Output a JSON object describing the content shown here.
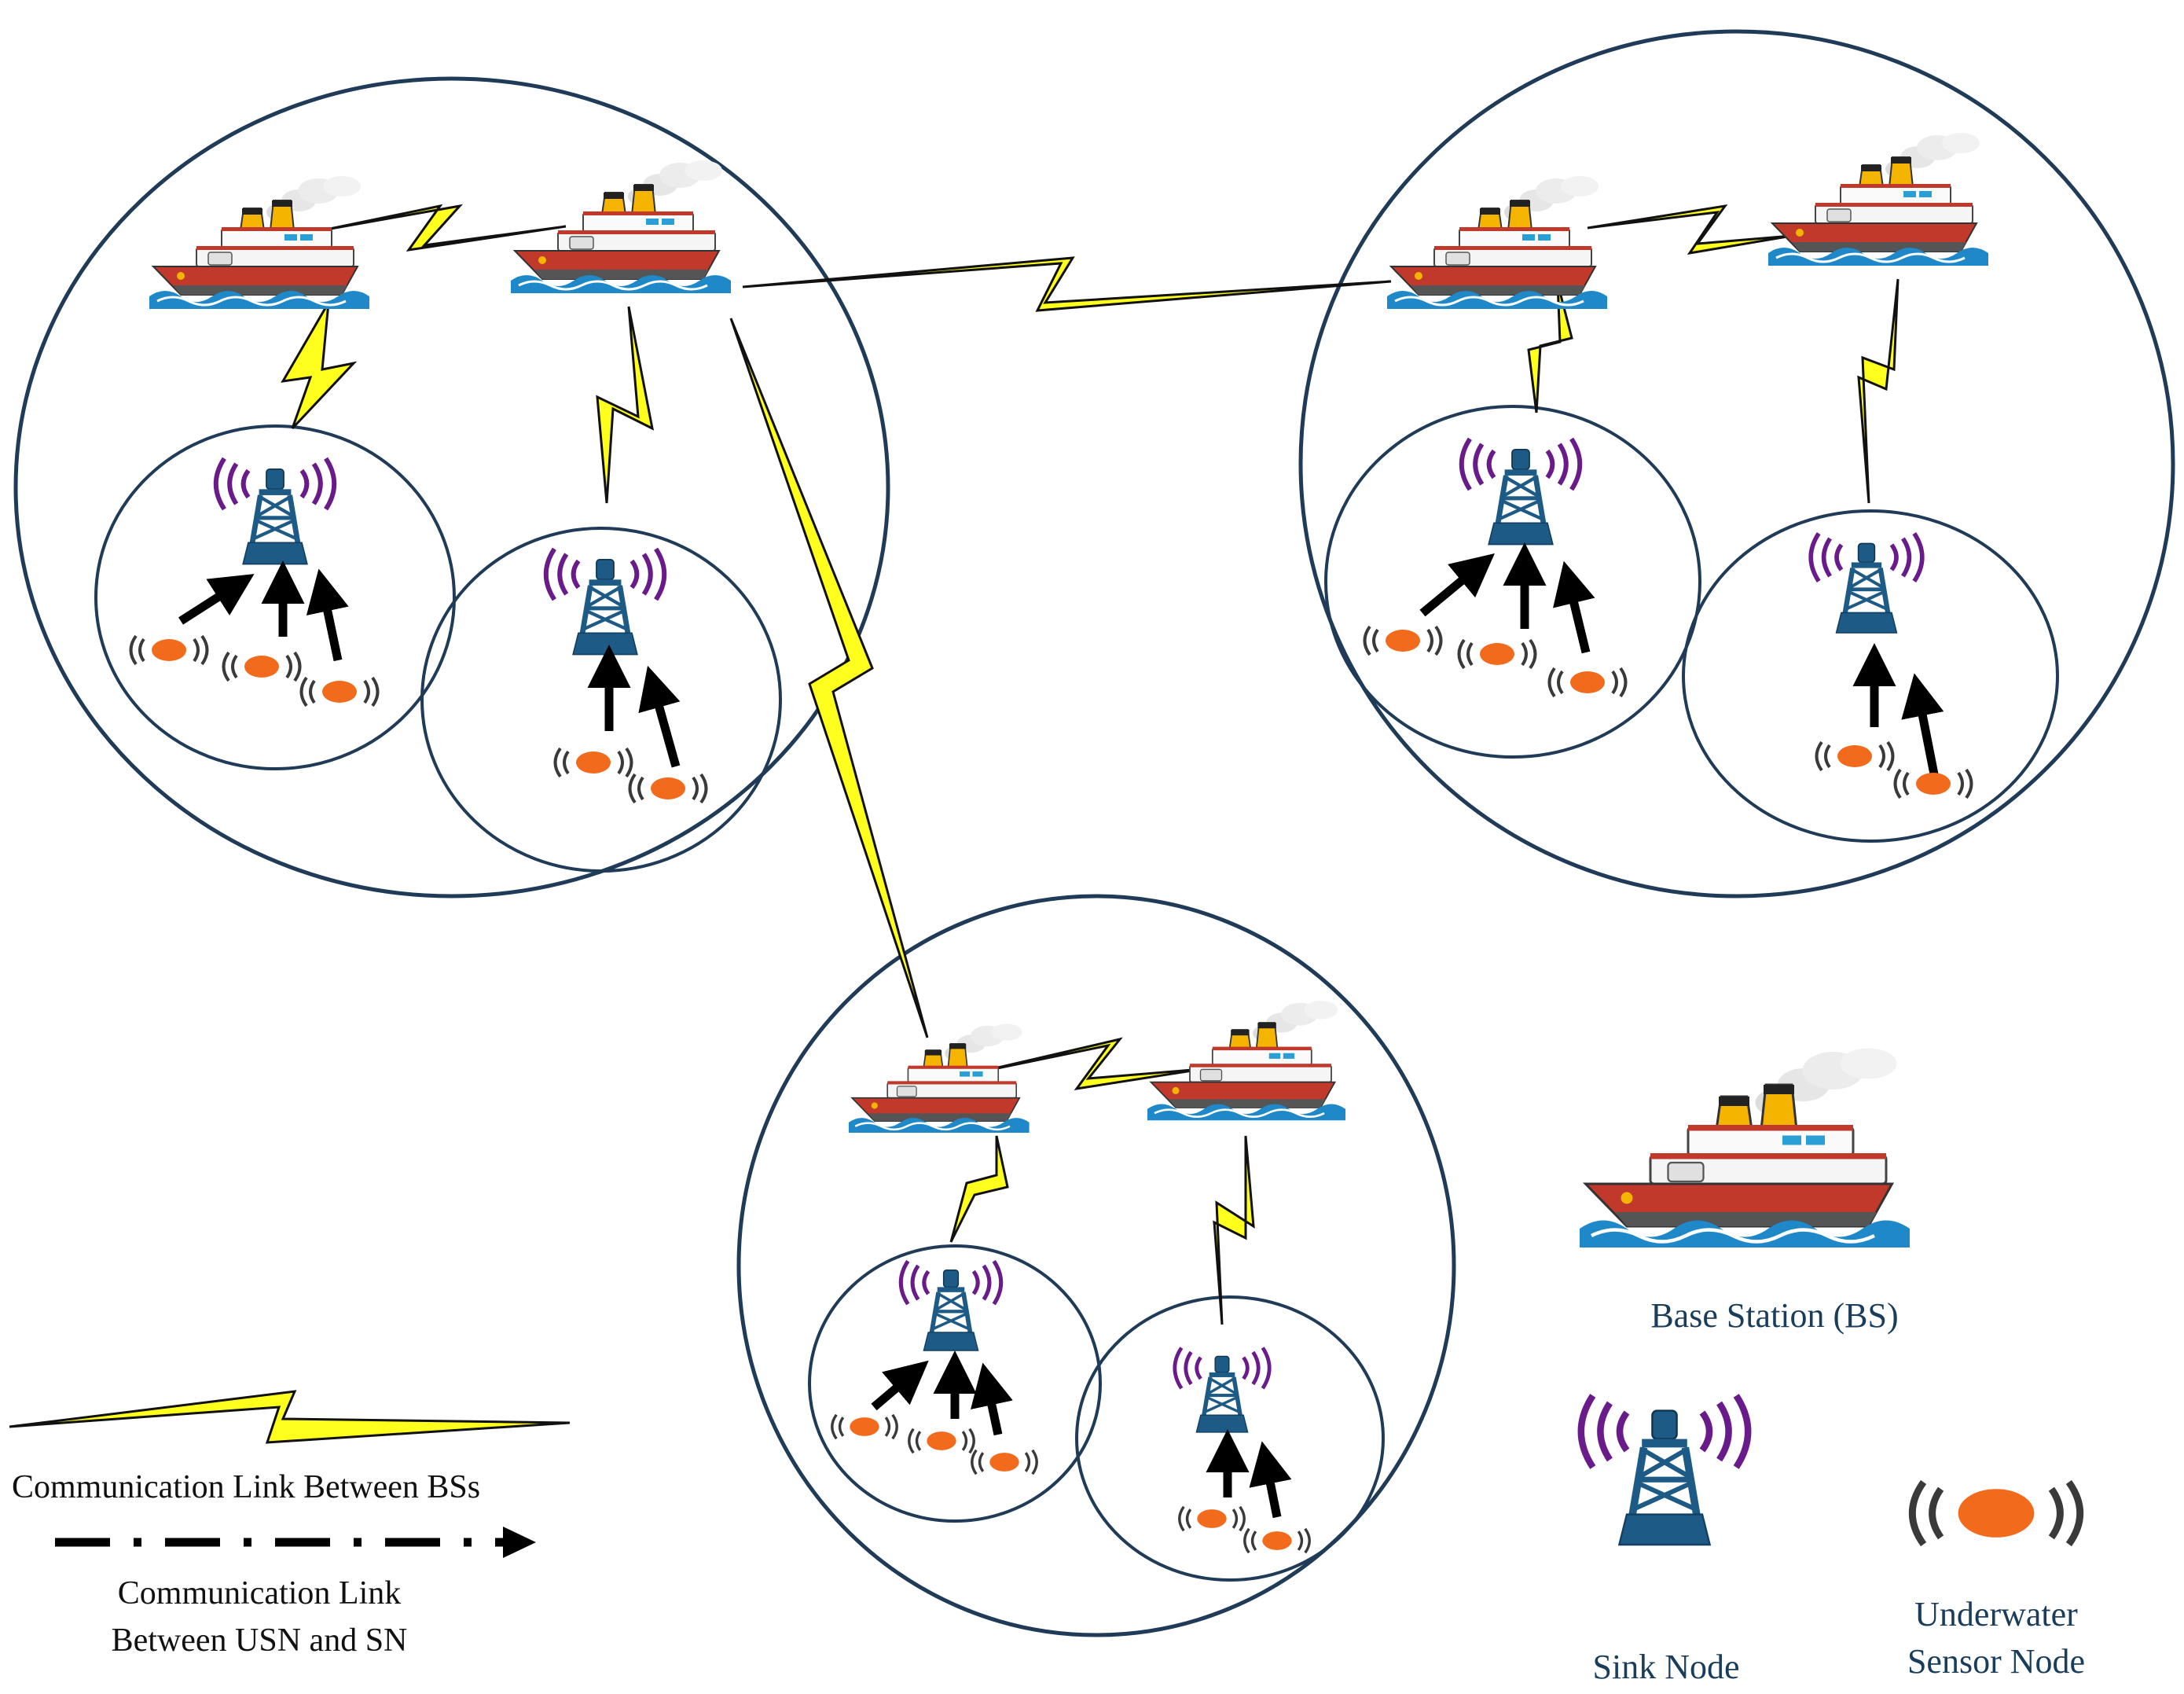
{
  "legend": {
    "bs_link": "Communication Link Between BSs",
    "usn_link_line1": "Communication Link",
    "usn_link_line2": "Between USN and SN",
    "base_station": "Base Station (BS)",
    "sink_node": "Sink Node",
    "sensor_line1": "Underwater",
    "sensor_line2": "Sensor Node"
  },
  "colors": {
    "circle_stroke": "#1f3b57",
    "link_fill": "#ffff1e",
    "link_stroke": "#111111",
    "tower": "#1d5b86",
    "tower_dark": "#123f63",
    "signal": "#6a1b8a",
    "sensor": "#f26b1d",
    "sensor_waves": "#3a3a3a",
    "ship_hull": "#c0392b",
    "water": "#1e88c9",
    "label_text": "#1a3d5c",
    "legend_text": "#111111"
  },
  "icons": {
    "base_station": "ship-icon",
    "sink_node": "buoy-tower-icon",
    "sensor_node": "sensor-node-icon"
  },
  "clusters": [
    {
      "base_stations": 2,
      "sink_nodes": 2,
      "sensors": [
        3,
        2
      ]
    },
    {
      "base_stations": 2,
      "sink_nodes": 2,
      "sensors": [
        3,
        2
      ]
    },
    {
      "base_stations": 2,
      "sink_nodes": 2,
      "sensors": [
        3,
        2
      ]
    }
  ]
}
